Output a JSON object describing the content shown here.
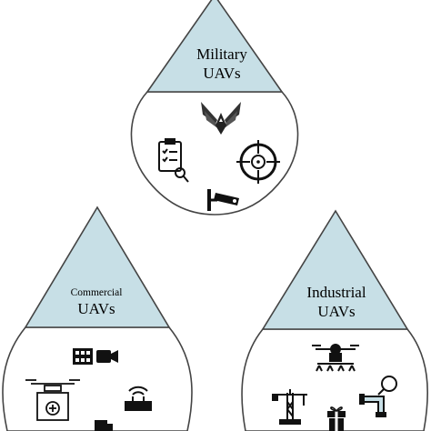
{
  "colors": {
    "triangle_fill": "#c7dfe6",
    "outline": "#444444",
    "icon": "#111111"
  },
  "drops": [
    {
      "id": "military",
      "label_line1": "Military",
      "label_line2": "UAVs",
      "icons": [
        "air-force-emblem-icon",
        "clipboard-checklist-icon",
        "crosshair-target-icon",
        "surveillance-camera-icon"
      ]
    },
    {
      "id": "commercial",
      "label_line1": "Commercial",
      "label_line2": "UAVs",
      "icons": [
        "film-camera-icon",
        "delivery-drone-icon",
        "wifi-router-icon",
        "truck-icon"
      ]
    },
    {
      "id": "industrial",
      "label_line1": "Industrial",
      "label_line2": "UAVs",
      "icons": [
        "spraying-drone-icon",
        "construction-crane-icon",
        "pipe-inspection-icon",
        "gift-box-icon"
      ]
    }
  ]
}
